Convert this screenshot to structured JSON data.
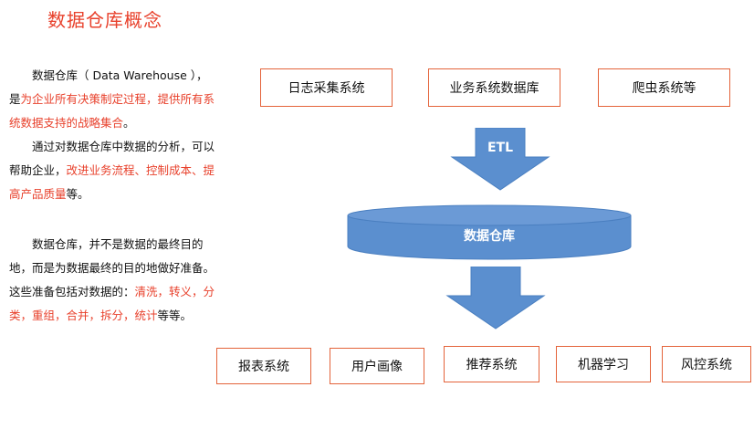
{
  "title": "数据仓库概念",
  "para1": {
    "indent": "　　",
    "line1": "数据仓库（ Data Warehouse ），",
    "lead": "是",
    "red1": "为企业所有决策制定过程，提供所有系统数据支持的战略集合",
    "end1": "。",
    "line3_indent": "　　",
    "line3": "通过对数据仓库中数据的分析，可以帮助企业，",
    "red2": "改进业务流程、控制成本、提高产品质量",
    "end2": "等。"
  },
  "para2": {
    "indent": "　　",
    "text": "数据仓库，并不是数据的最终目的地，而是为数据最终的目的地做好准备。这些准备包括对数据的：",
    "red": "清洗，转义，分类，重组，合并，拆分，统计",
    "end": "等等。"
  },
  "sources": [
    "日志采集系统",
    "业务系统数据库",
    "爬虫系统等"
  ],
  "etl_label": "ETL",
  "warehouse_label": "数据仓库",
  "consumers": [
    "报表系统",
    "用户画像",
    "推荐系统",
    "机器学习",
    "风控系统"
  ],
  "colors": {
    "accent_red": "#e8412c",
    "box_border": "#e4633a",
    "arrow_fill": "#5b8fcf",
    "cylinder_fill": "#5b8fcf",
    "cylinder_top": "#6b9ad6"
  }
}
